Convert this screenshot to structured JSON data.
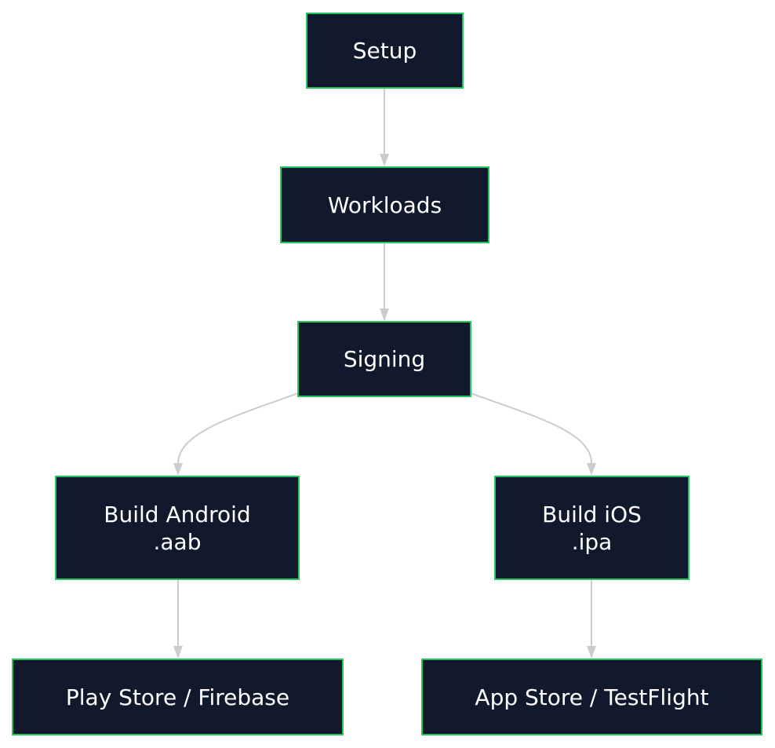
{
  "nodes": {
    "setup": {
      "label": "Setup"
    },
    "workloads": {
      "label": "Workloads"
    },
    "signing": {
      "label": "Signing"
    },
    "build_android": {
      "line1": "Build Android",
      "line2": ".aab"
    },
    "build_ios": {
      "line1": "Build iOS",
      "line2": ".ipa"
    },
    "play_store": {
      "label": "Play Store / Firebase"
    },
    "app_store": {
      "label": "App Store / TestFlight"
    }
  },
  "edges": [
    {
      "from": "setup",
      "to": "workloads"
    },
    {
      "from": "workloads",
      "to": "signing"
    },
    {
      "from": "signing",
      "to": "build_android"
    },
    {
      "from": "signing",
      "to": "build_ios"
    },
    {
      "from": "build_android",
      "to": "play_store"
    },
    {
      "from": "build_ios",
      "to": "app_store"
    }
  ],
  "colors": {
    "node_fill": "#111a2c",
    "node_border": "#22c55e",
    "node_text": "#ffffff",
    "edge": "#cccccc"
  }
}
